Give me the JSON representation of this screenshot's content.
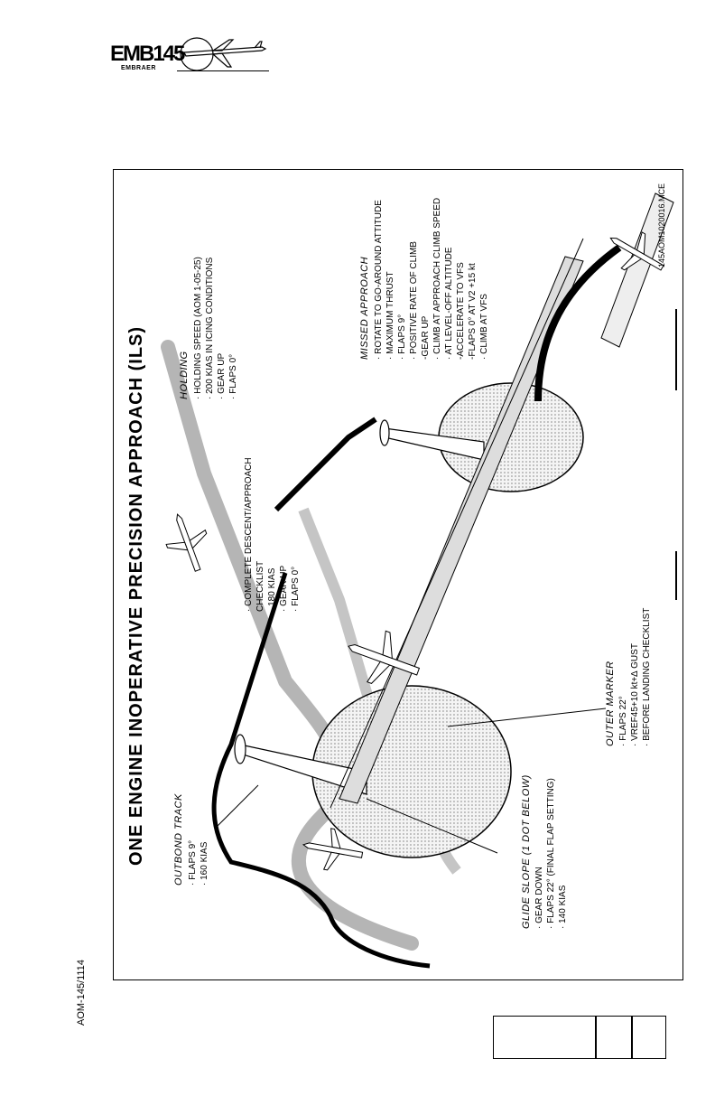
{
  "header": {
    "logo_model": "EMB145",
    "logo_brand": "EMBRAER"
  },
  "figure": {
    "title": "ONE  ENGINE  INOPERATIVE  PRECISION  APPROACH  (ILS)",
    "outbond": {
      "heading": "OUTBOND  TRACK",
      "items": [
        "· FLAPS 9°",
        "· 160 KIAS"
      ]
    },
    "glide_slope": {
      "heading": "GLIDE  SLOPE  (1 DOT BELOW)",
      "items": [
        "· GEAR DOWN",
        "· FLAPS 22°  (FINAL FLAP SETTING)",
        "· 140 KIAS"
      ]
    },
    "descent": {
      "items": [
        "· COMPLETE DESCENT/APPROACH",
        "  CHECKLIST",
        "· 180 KIAS",
        "· GEAR UP",
        "· FLAPS 0°"
      ]
    },
    "holding": {
      "heading": "HOLDING",
      "items": [
        "· HOLDING SPEED (AOM 1-05-25)",
        "· 200 KIAS IN ICING CONDITIONS",
        "· GEAR UP",
        "· FLAPS 0°"
      ]
    },
    "outer_marker": {
      "heading": "OUTER  MARKER",
      "items": [
        "· FLAPS 22°",
        "· VREF45+10 kt+∆ GUST",
        "· BEFORE LANDING CHECKLIST"
      ]
    },
    "missed_approach": {
      "heading": "MISSED  APPROACH",
      "items": [
        "· ROTATE TO GO-AROUND ATTITUDE",
        "· MAXIMUM THRUST",
        "· FLAPS 9°",
        "· POSITIVE RATE OF CLIMB",
        "   -GEAR UP",
        "· CLIMB AT APPROACH CLIMB SPEED",
        "· AT LEVEL-OFF ALTITUDE",
        "   -ACCELERATE TO VFS",
        "   -FLAPS 0° AT V2 +15 kt",
        "· CLIMB AT VFS"
      ]
    },
    "file_id": "145AOM1020016.MCE"
  },
  "side_label": "AOM-145/1114"
}
